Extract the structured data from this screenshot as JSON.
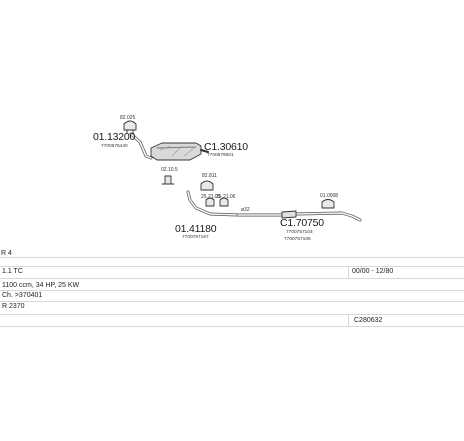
{
  "parts": {
    "clamp_top": {
      "number": "82.025"
    },
    "rear_pipe": {
      "number": "01.13200",
      "ref": "7700676440"
    },
    "rear_silencer": {
      "number": "C1.30610",
      "ref": "7700676601"
    },
    "hanger_a": {
      "number": "02.10.5"
    },
    "clamp_mid": {
      "number": "82.811"
    },
    "clamp_b": {
      "number": "25.21.05"
    },
    "clamp_c": {
      "number": "25.21.06"
    },
    "front_pipe": {
      "number": "01.41180",
      "ref": "7700757167"
    },
    "connector": {
      "label": "ø32"
    },
    "front_silencer": {
      "number": "C1.70750",
      "ref1": "7700757104",
      "ref2": "7700757106"
    },
    "clamp_right": {
      "number": "01.0008"
    }
  },
  "vehicle": {
    "model": "R 4",
    "engine": "1.1 TC",
    "years": "00/00 - 12/80",
    "power": "1100 ccm, 34 HP, 25 KW",
    "chassis": "Ch. >370401",
    "body": "R 2370",
    "catalog_code": "C280632"
  }
}
